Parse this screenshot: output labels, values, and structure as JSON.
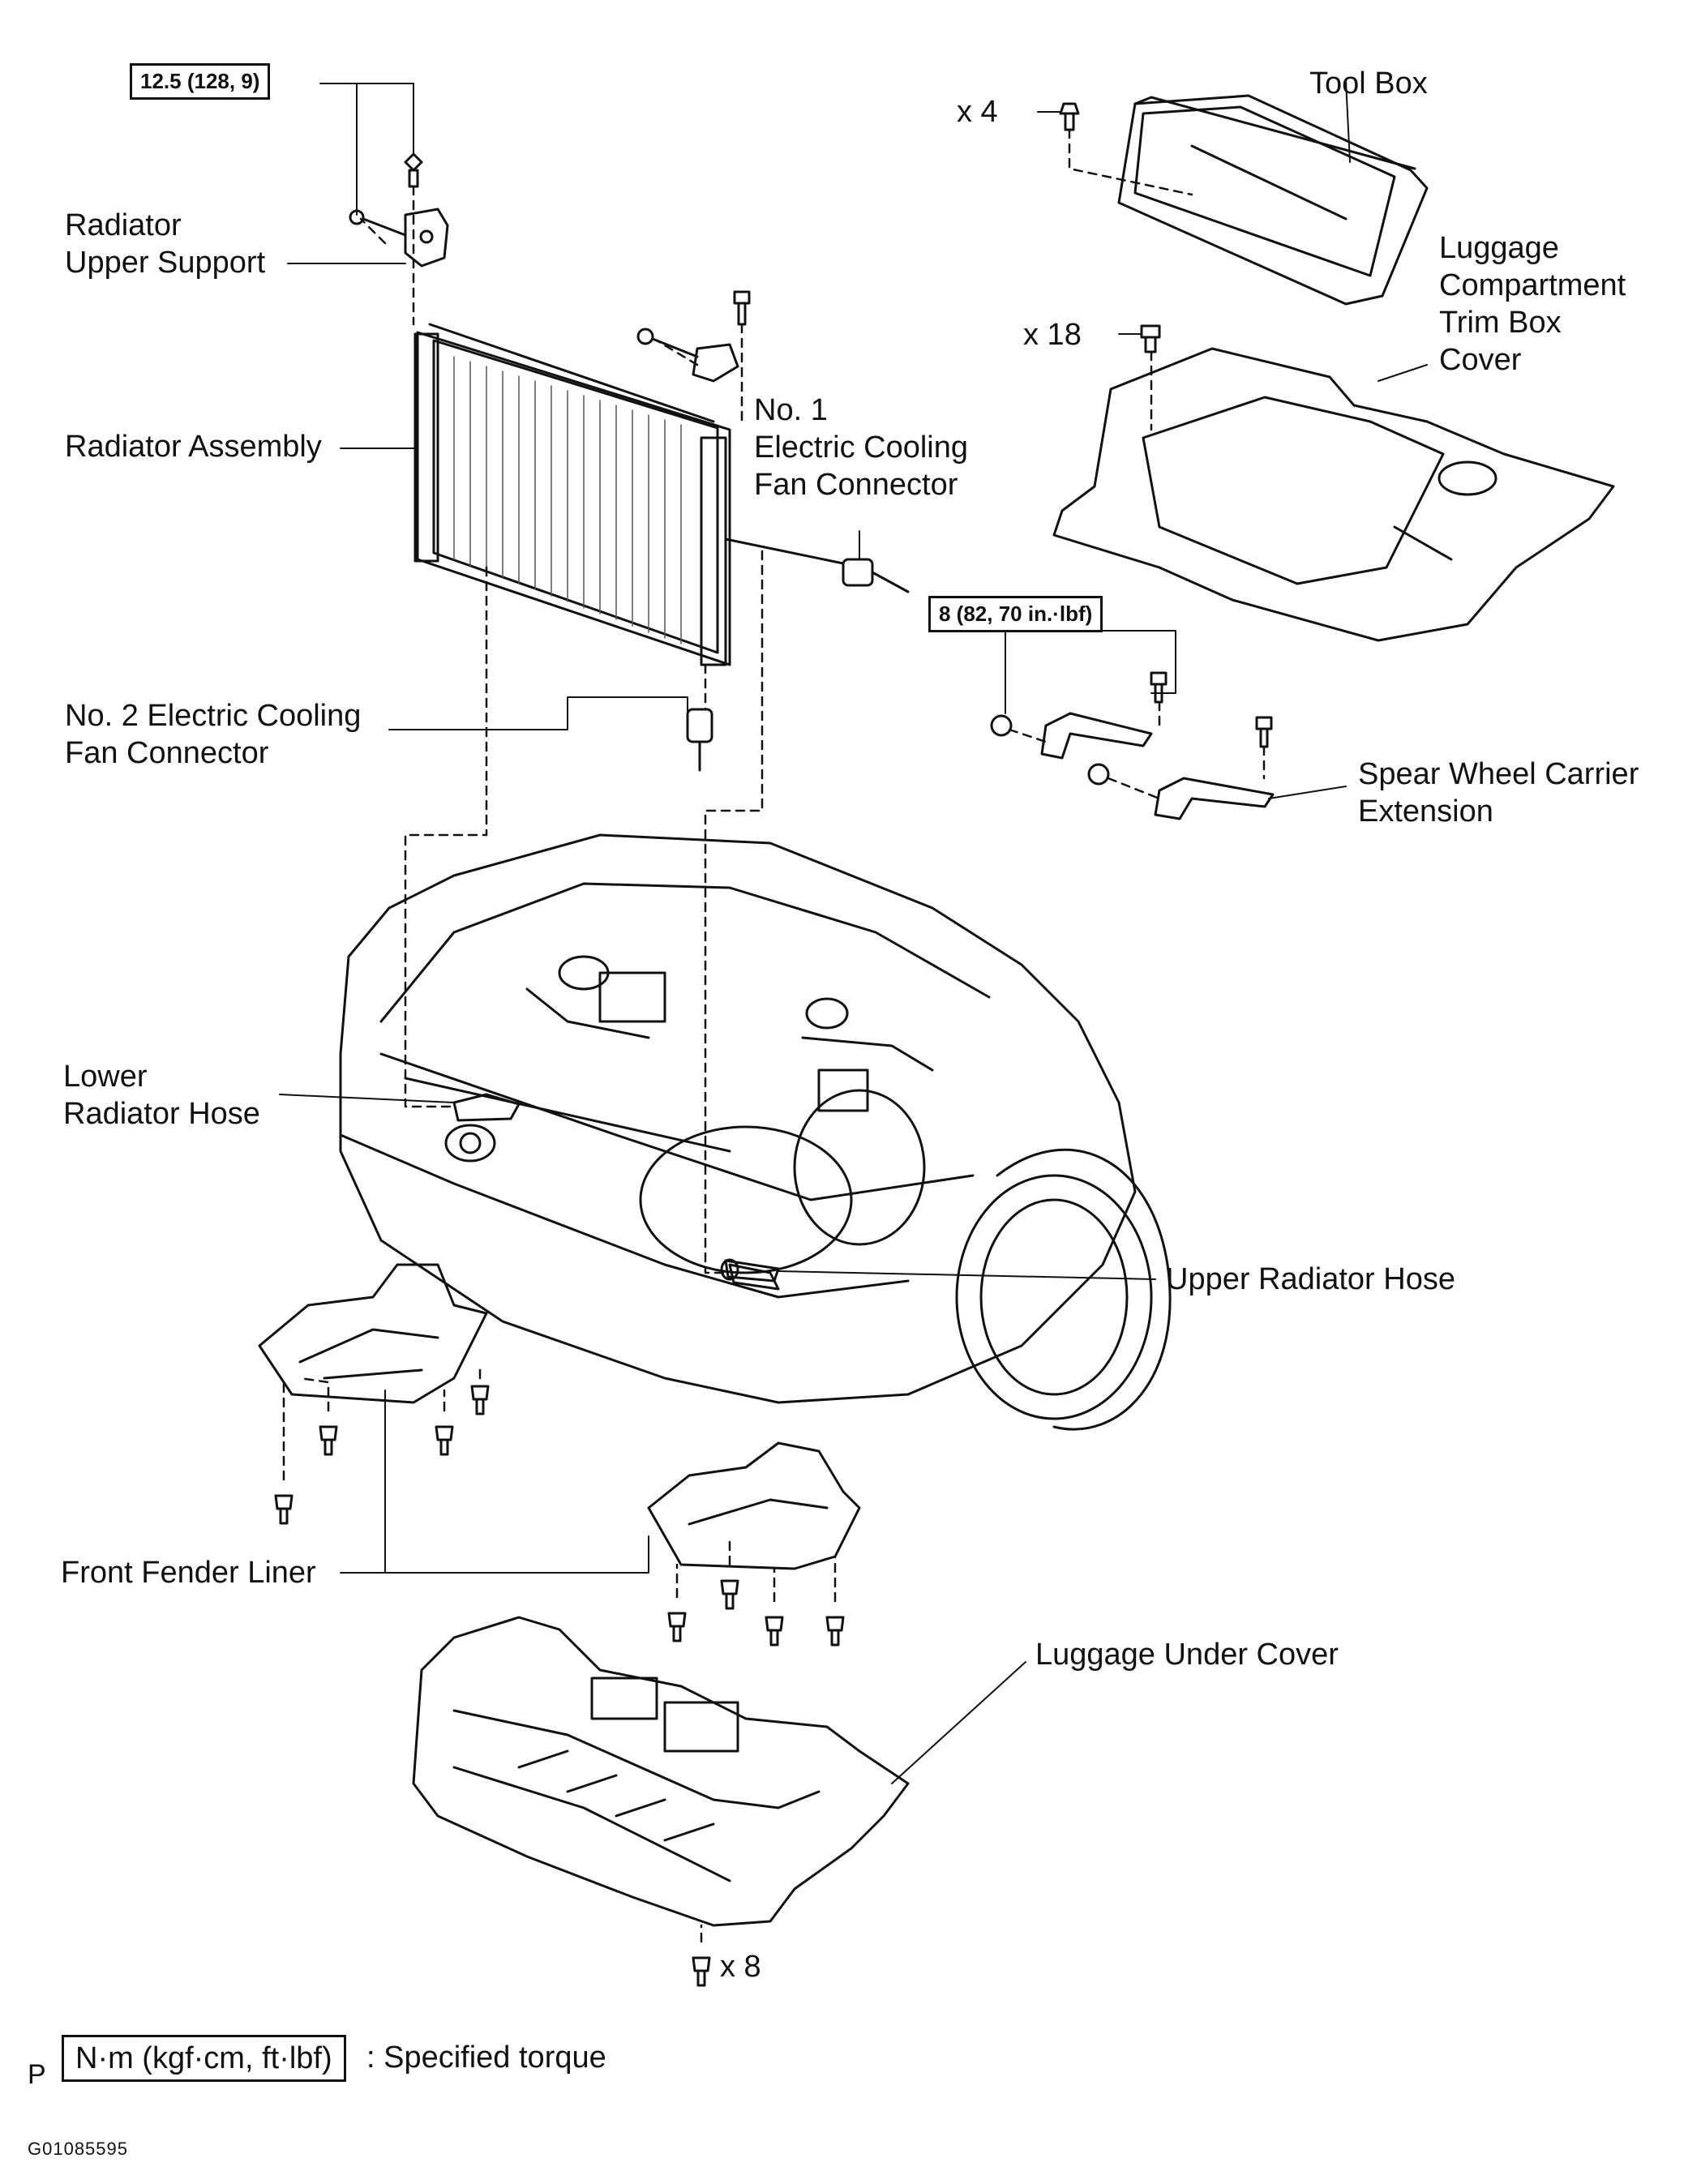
{
  "labels": {
    "radiator_upper_support": [
      "Radiator",
      "Upper Support"
    ],
    "radiator_assembly": "Radiator Assembly",
    "fan_connector_1": [
      "No. 1",
      "Electric Cooling",
      "Fan Connector"
    ],
    "fan_connector_2": [
      "No. 2 Electric Cooling",
      "Fan Connector"
    ],
    "tool_box": "Tool Box",
    "luggage_trim_cover": [
      "Luggage",
      "Compartment",
      "Trim Box",
      "Cover"
    ],
    "spare_carrier": [
      "Spear Wheel Carrier",
      "Extension"
    ],
    "lower_radiator_hose": [
      "Lower",
      "Radiator Hose"
    ],
    "upper_radiator_hose": "Upper Radiator Hose",
    "front_fender_liner": "Front Fender Liner",
    "luggage_under_cover": "Luggage Under Cover"
  },
  "quantities": {
    "tool_box_bolts": "x 4",
    "trim_cover_clips": "x 18",
    "under_cover_bolts": "x 8"
  },
  "torques": {
    "radiator_support": "12.5 (128, 9)",
    "carrier_extension": "8 (82, 70 in.·lbf)"
  },
  "legend": {
    "unit": "N·m (kgf·cm, ft·lbf)",
    "text": ": Specified torque"
  },
  "corner_mark": "P",
  "figure_id": "G01085595"
}
